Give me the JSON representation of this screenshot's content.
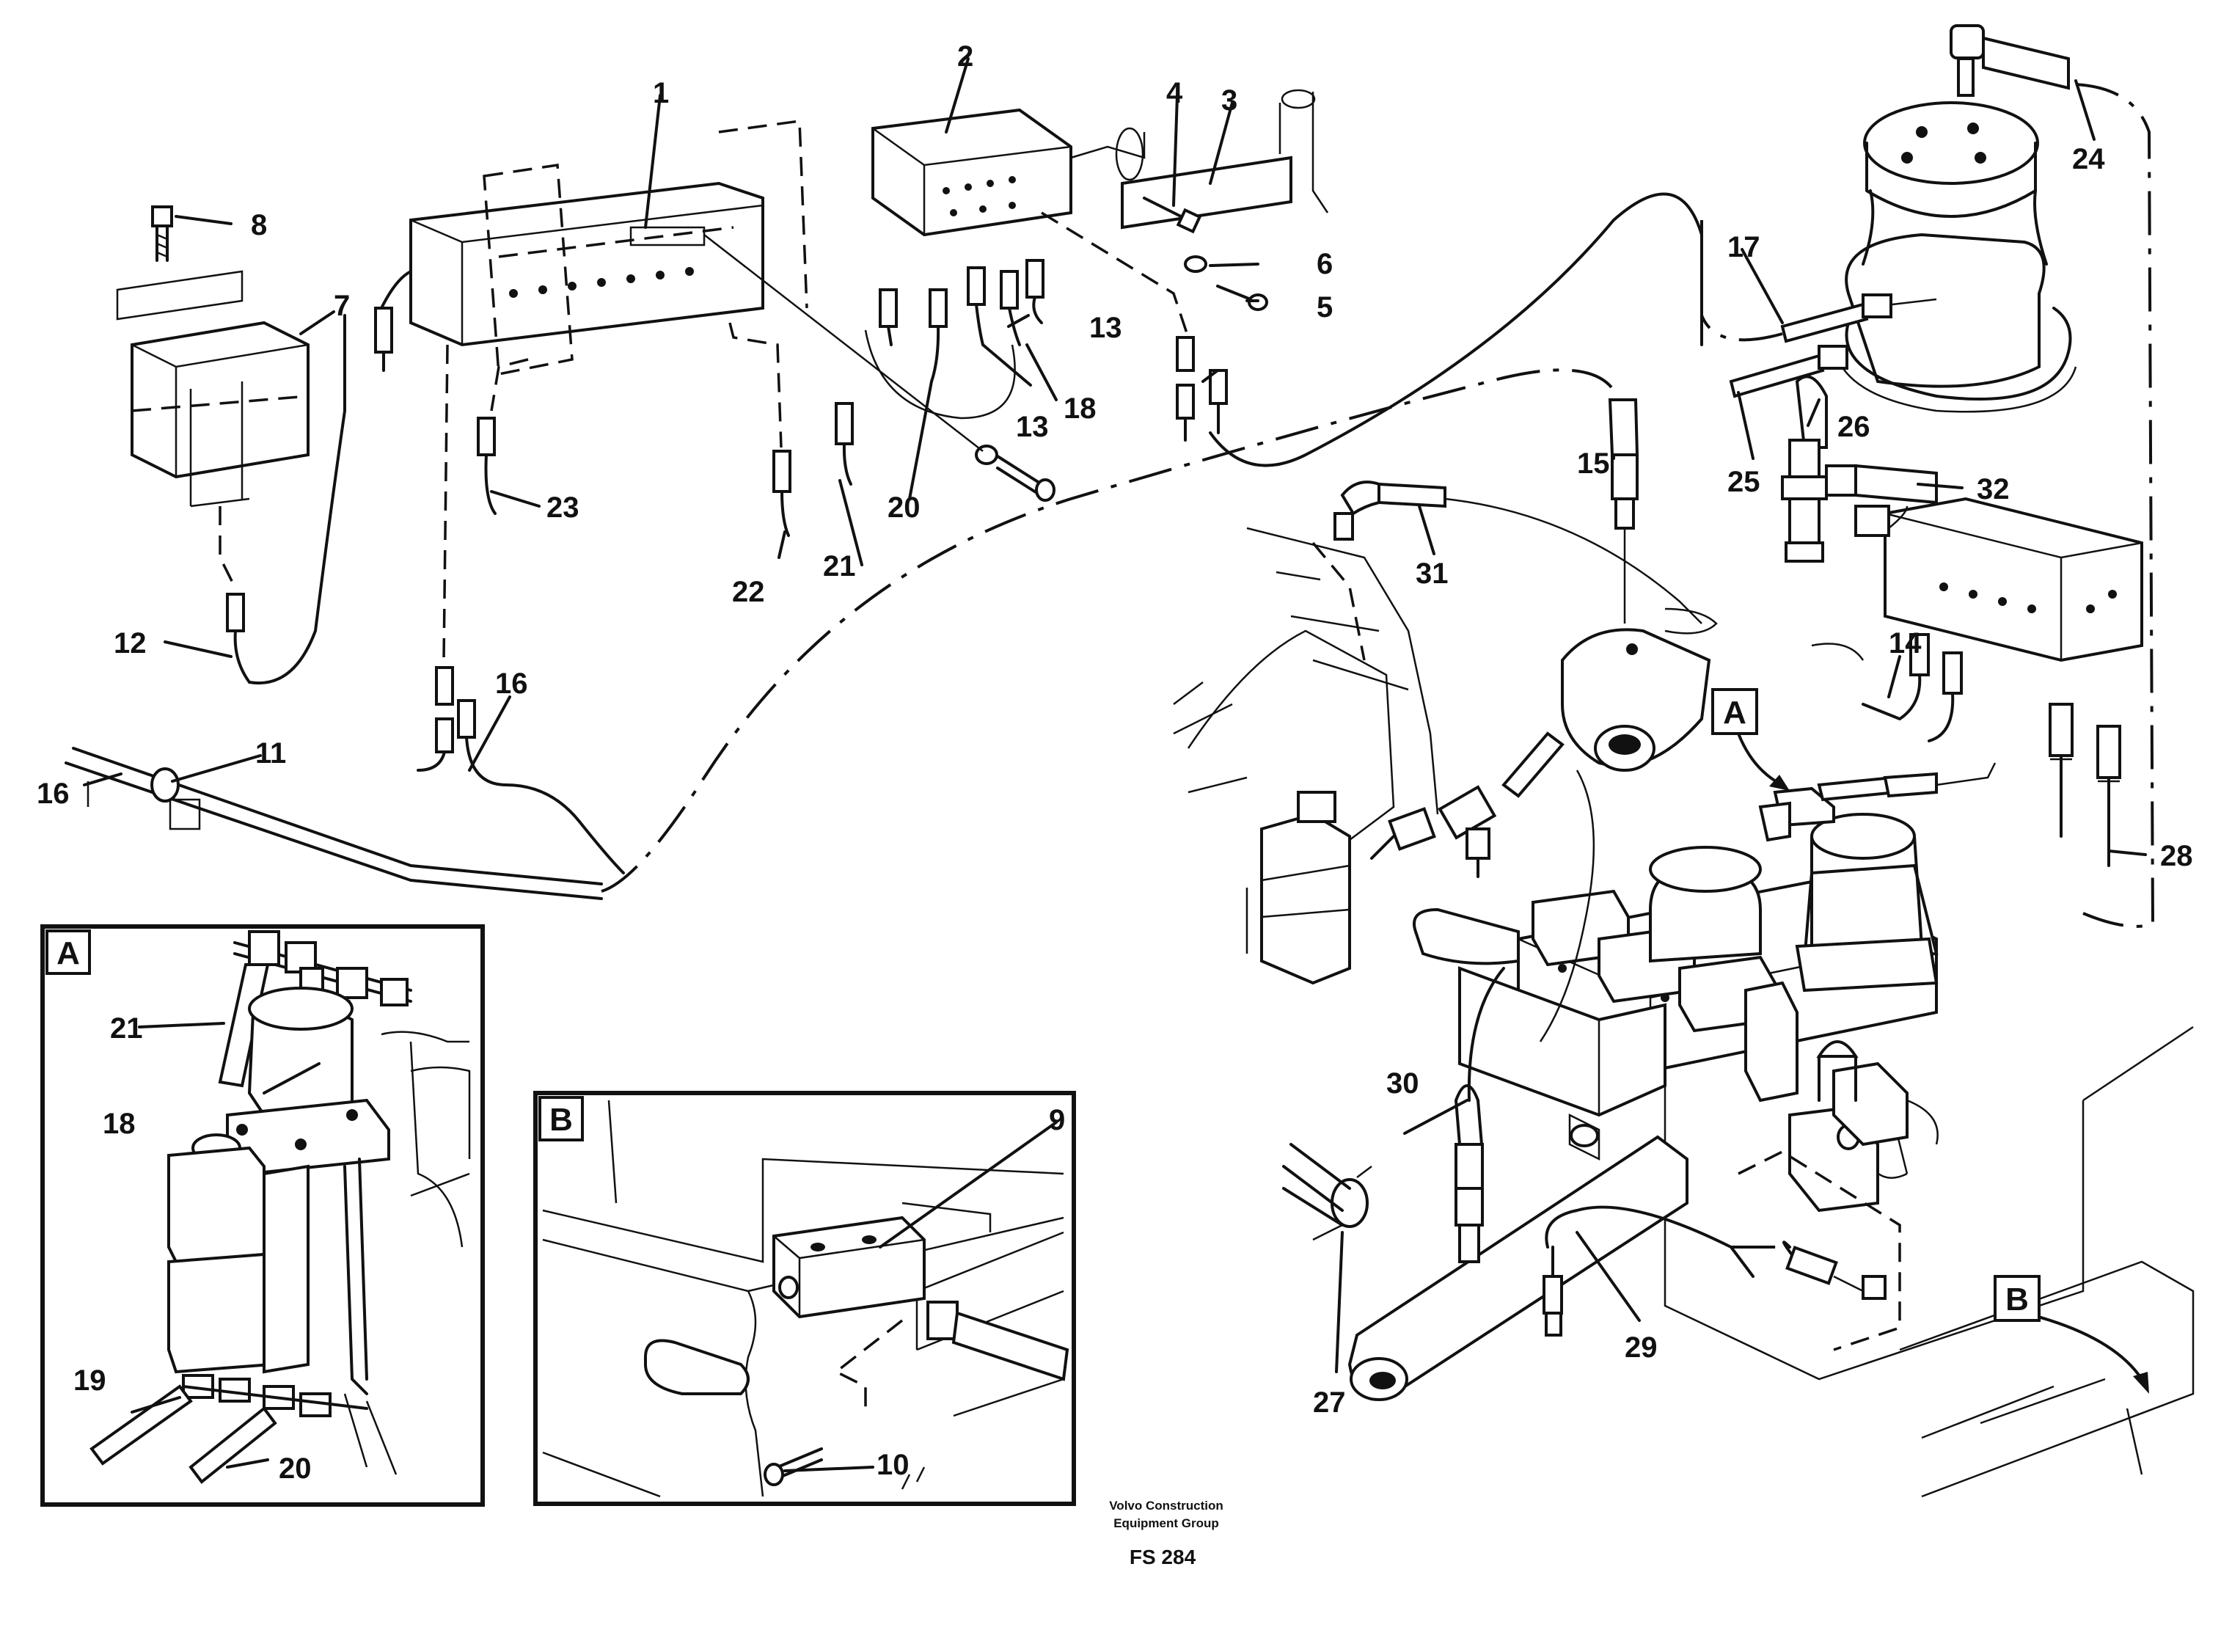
{
  "callouts": [
    {
      "id": "1",
      "text": "1"
    },
    {
      "id": "2",
      "text": "2"
    },
    {
      "id": "3",
      "text": "3"
    },
    {
      "id": "4",
      "text": "4"
    },
    {
      "id": "5",
      "text": "5"
    },
    {
      "id": "6",
      "text": "6"
    },
    {
      "id": "7",
      "text": "7"
    },
    {
      "id": "8",
      "text": "8"
    },
    {
      "id": "9",
      "text": "9"
    },
    {
      "id": "10",
      "text": "10"
    },
    {
      "id": "11",
      "text": "11"
    },
    {
      "id": "12",
      "text": "12"
    },
    {
      "id": "13a",
      "text": "13"
    },
    {
      "id": "13b",
      "text": "13"
    },
    {
      "id": "14",
      "text": "14"
    },
    {
      "id": "15",
      "text": "15"
    },
    {
      "id": "16a",
      "text": "16"
    },
    {
      "id": "16b",
      "text": "16"
    },
    {
      "id": "17",
      "text": "17"
    },
    {
      "id": "18a",
      "text": "18"
    },
    {
      "id": "18b",
      "text": "18"
    },
    {
      "id": "19",
      "text": "19"
    },
    {
      "id": "20a",
      "text": "20"
    },
    {
      "id": "20b",
      "text": "20"
    },
    {
      "id": "21a",
      "text": "21"
    },
    {
      "id": "21b",
      "text": "21"
    },
    {
      "id": "22",
      "text": "22"
    },
    {
      "id": "23",
      "text": "23"
    },
    {
      "id": "24",
      "text": "24"
    },
    {
      "id": "25",
      "text": "25"
    },
    {
      "id": "26",
      "text": "26"
    },
    {
      "id": "27",
      "text": "27"
    },
    {
      "id": "28",
      "text": "28"
    },
    {
      "id": "29",
      "text": "29"
    },
    {
      "id": "30",
      "text": "30"
    },
    {
      "id": "31",
      "text": "31"
    },
    {
      "id": "32",
      "text": "32"
    }
  ],
  "view_labels": {
    "a_main": "A",
    "b_main": "B",
    "a_inset": "A",
    "b_inset": "B"
  },
  "credit": {
    "line1": "Volvo Construction",
    "line2": "Equipment Group",
    "code": "FS 284"
  }
}
